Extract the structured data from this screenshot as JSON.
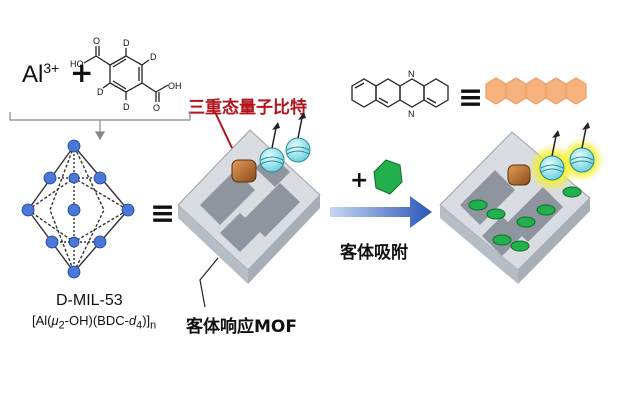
{
  "labels": {
    "al_ion": "Al",
    "al_charge": "3+",
    "plus": "+",
    "equals": "≡",
    "mof_name": "D-MIL-53",
    "mof_formula_a": "[Al(",
    "mu": "μ",
    "mu_sub": "2",
    "mof_formula_b": "-OH)(BDC-",
    "d": "d",
    "d_sub": "4",
    "mof_formula_c": ")]",
    "n_sub": "n",
    "triplet_qubit": "三重态量子比特",
    "guest_responsive_mof": "客体响应MOF",
    "guest_adsorption": "客体吸附"
  },
  "molecule_labels": {
    "deuterium": "D",
    "acid_left_top": "O",
    "acid_left_oh": "HO",
    "acid_right_top": "O",
    "acid_right_oh": "OH",
    "nitrogen": "N"
  },
  "colors": {
    "framework_gray": "#cfd4da",
    "triplet_red": "#b3141c",
    "arrow_blue": "#2a56b8",
    "guest_green": "#22b04c",
    "pentacene_orange": "#f6b27c",
    "spin_cyan": "#8fe6ee",
    "glow_yellow": "#f4ef2a",
    "node_blue": "#4a78d6"
  }
}
